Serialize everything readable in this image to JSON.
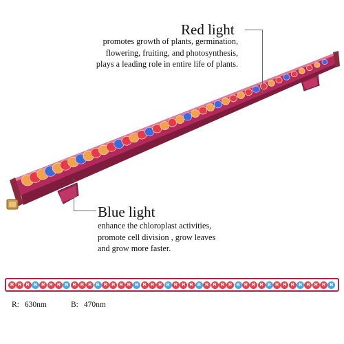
{
  "colors": {
    "housing": "#b22a5c",
    "housing_dark": "#7e1c3e",
    "housing_light": "#e07898",
    "led_red": "#e63a4a",
    "led_orange": "#f3a24a",
    "led_blue": "#3c6ad8",
    "chip_red": "#e0444e",
    "chip_blue": "#49a6e6",
    "strip_border": "#a8274a"
  },
  "red_light": {
    "title": "Red light",
    "lines": [
      "promotes  growth of plants, germination,",
      "flowering, fruiting, and  photosynthesis,",
      "plays a leading role in entire life of plants."
    ]
  },
  "blue_light": {
    "title": "Blue light",
    "lines": [
      "enhance the chloroplast activities,",
      "promote cell division , grow leaves",
      "and grow more faster."
    ]
  },
  "led_pattern": [
    "R",
    "R",
    "R",
    "B",
    "R",
    "R",
    "R",
    "B",
    "R",
    "R",
    "R",
    "R",
    "B",
    "R",
    "R",
    "R",
    "B",
    "R",
    "R",
    "R",
    "R",
    "B",
    "R",
    "R",
    "R",
    "B",
    "R",
    "R",
    "R",
    "R",
    "B",
    "R",
    "R",
    "R",
    "B",
    "R",
    "R",
    "R",
    "R",
    "B"
  ],
  "strip_chips": [
    "R",
    "R",
    "R",
    "B",
    "R",
    "R",
    "R",
    "B",
    "R",
    "R",
    "R",
    "B",
    "R",
    "R",
    "R",
    "R",
    "B",
    "R",
    "R",
    "R",
    "B",
    "R",
    "R",
    "R",
    "B",
    "R",
    "R",
    "R",
    "R",
    "B",
    "R",
    "R",
    "R",
    "B",
    "R",
    "R",
    "R",
    "B",
    "R",
    "R",
    "R",
    "B"
  ],
  "legend": {
    "r_label": "R:",
    "r_value": "630nm",
    "b_label": "B:",
    "b_value": "470nm"
  }
}
